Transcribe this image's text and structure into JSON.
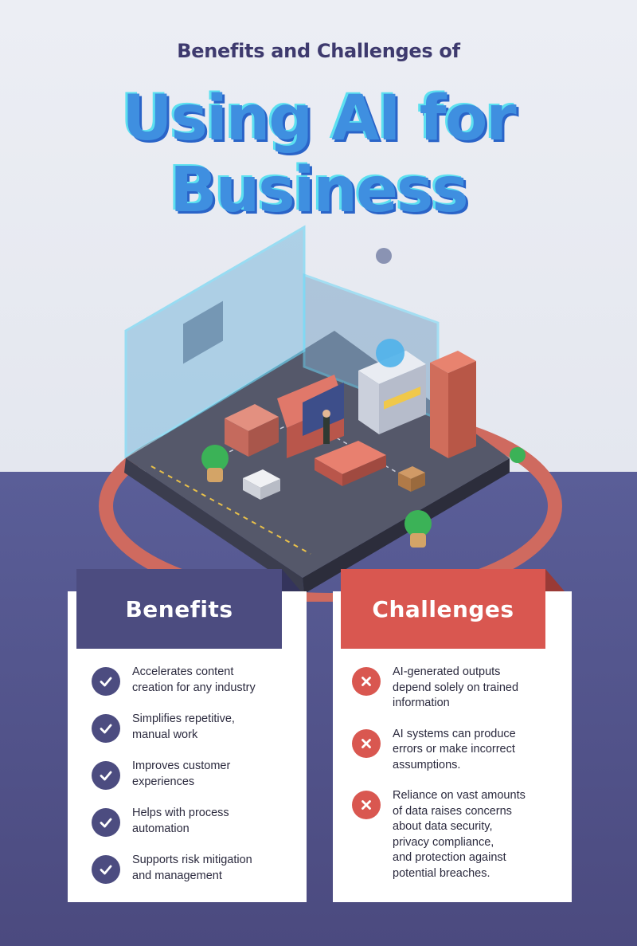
{
  "header": {
    "kicker": "Benefits and Challenges of",
    "title_line1": "Using AI for",
    "title_line2": "Business"
  },
  "benefits": {
    "heading": "Benefits",
    "icon": "checkmark-circle-icon",
    "items": [
      {
        "line1": "Accelerates content",
        "line2": "creation for any industry"
      },
      {
        "line1": "Simplifies repetitive,",
        "line2": "manual work"
      },
      {
        "line1": "Improves customer",
        "line2": "experiences"
      },
      {
        "line1": "Helps with process",
        "line2": "automation"
      },
      {
        "line1": "Supports risk mitigation",
        "line2": "and management"
      }
    ]
  },
  "challenges": {
    "heading": "Challenges",
    "icon": "x-circle-icon",
    "items": [
      {
        "lines": [
          "AI-generated outputs",
          "depend solely on trained",
          "information"
        ]
      },
      {
        "lines": [
          "AI systems can produce",
          "errors or make incorrect",
          "assumptions."
        ]
      },
      {
        "lines": [
          "Reliance on vast amounts",
          "of data raises concerns",
          "about data security,",
          "privacy compliance,",
          "and protection against",
          "potential breaches."
        ]
      }
    ]
  },
  "colors": {
    "navy": "#4c4c80",
    "coral": "#d95750",
    "headline_blue": "#3f8fe0",
    "headline_cyan": "#5ce0f0"
  }
}
